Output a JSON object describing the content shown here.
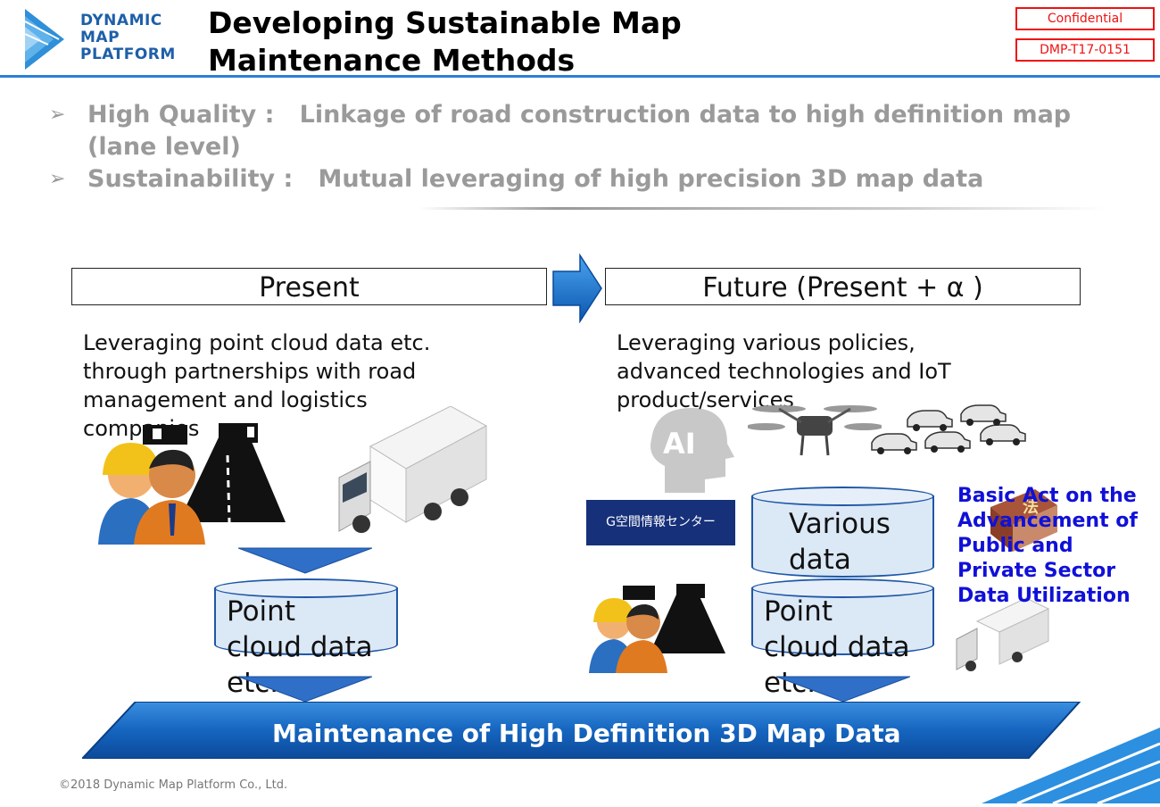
{
  "header": {
    "logo_lines": [
      "DYNAMIC",
      "MAP",
      "PLATFORM"
    ],
    "title": "Developing Sustainable Map Maintenance Methods",
    "confidential": "Confidential",
    "doc_id": "DMP-T17-0151"
  },
  "bullets": [
    {
      "mark": "➢",
      "text": "High Quality :   Linkage of road construction data to high definition map (lane level)"
    },
    {
      "mark": "➢",
      "text": "Sustainability :   Mutual leveraging of high precision 3D map data"
    }
  ],
  "present": {
    "heading": "Present",
    "description": "Leveraging point cloud data etc. through partnerships with road management and logistics companies",
    "cylinder_label": "Point cloud data etc."
  },
  "future": {
    "heading": "Future (Present + α )",
    "description": "Leveraging various policies, advanced technologies and IoT product/services",
    "various_label": "Various data",
    "cylinder_label": "Point cloud data etc.",
    "gspace_label": "G空間情報センター",
    "law_text": "Basic Act on the Advancement of  Public and Private Sector Data Utilization",
    "law_book_glyph": "法",
    "ai_label": "AI"
  },
  "banner": {
    "text": "Maintenance of High Definition 3D Map Data"
  },
  "footer": {
    "copyright": "©2018 Dynamic Map Platform Co., Ltd."
  },
  "colors": {
    "accent": "#2c7fd6",
    "banner": "#1565c0",
    "tag_red": "#e11111",
    "law_blue": "#1010d8"
  }
}
